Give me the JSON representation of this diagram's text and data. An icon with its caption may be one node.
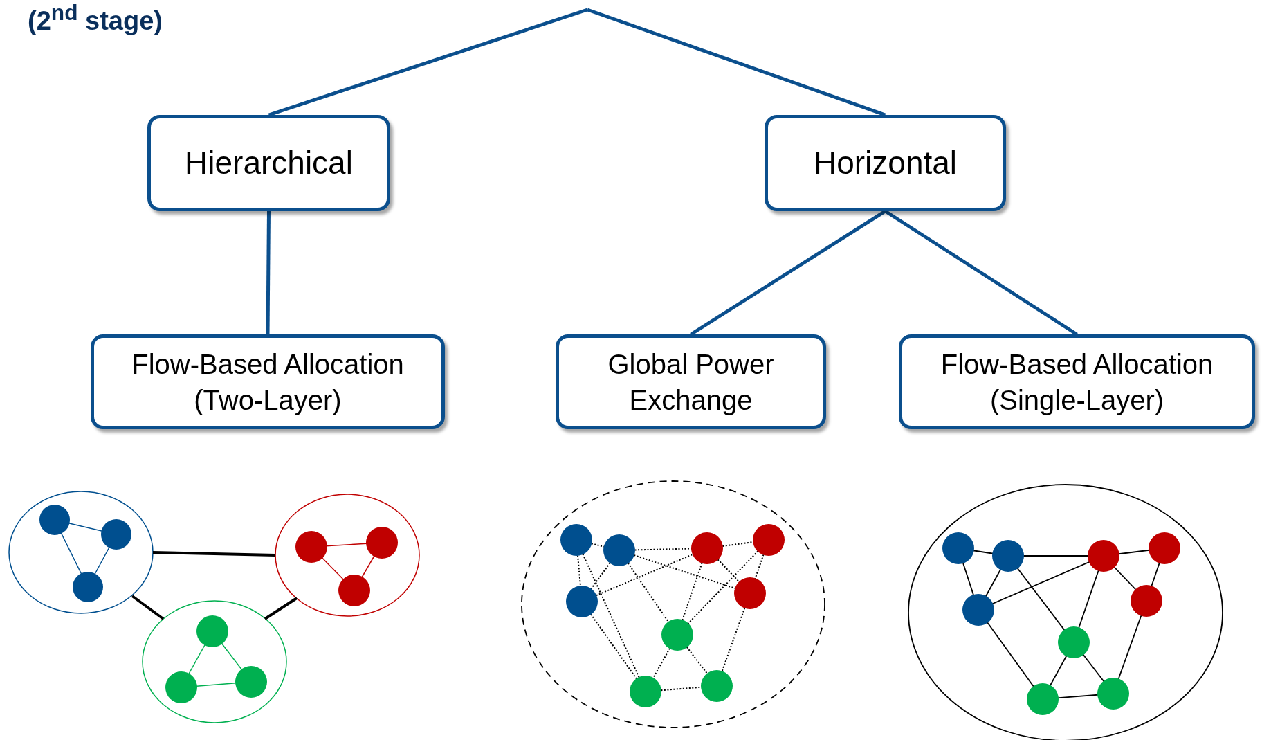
{
  "diagram": {
    "title": "(2$^{nd}$ stage)",
    "nodes": [
      {
        "text": [
          "Hierarchical"
        ]
      },
      {
        "text": [
          "Horizontal"
        ]
      },
      {
        "text": [
          "Flow-Based Allocation (Two-Layer)"
        ]
      },
      {
        "text": [
          "Global Power Exchange"
        ]
      },
      {
        "text": [
          "Flow-Based Allocation (Single-Layer)"
        ]
      }
    ],
    "edges": [
      {
        "from": null,
        "to": 0,
        "arrow": "none"
      },
      {
        "from": null,
        "to": 1,
        "arrow": "none"
      },
      {
        "from": 0,
        "to": 2,
        "arrow": "none"
      },
      {
        "from": 1,
        "to": 3,
        "arrow": "none"
      },
      {
        "from": 1,
        "to": 4,
        "arrow": "none"
      }
    ]
  }
}
